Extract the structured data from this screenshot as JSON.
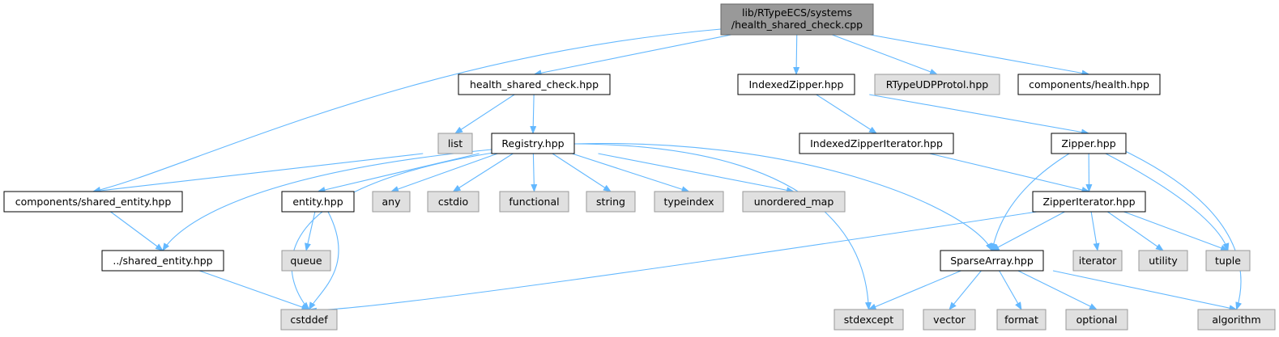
{
  "colors": {
    "edge": "#63b8ff",
    "root_fill": "#999999",
    "documented_fill": "#ffffff",
    "system_fill": "#e0e0e0"
  },
  "nodes": {
    "root": {
      "lines": [
        "lib/RTypeECS/systems",
        "/health_shared_check.cpp"
      ],
      "kind": "root"
    },
    "health_shared_check_hpp": {
      "label": "health_shared_check.hpp",
      "kind": "documented"
    },
    "indexed_zipper_hpp": {
      "label": "IndexedZipper.hpp",
      "kind": "documented"
    },
    "rtype_udp_protol_hpp": {
      "label": "RTypeUDPProtol.hpp",
      "kind": "system"
    },
    "components_health_hpp": {
      "label": "components/health.hpp",
      "kind": "documented"
    },
    "list": {
      "label": "list",
      "kind": "system"
    },
    "registry_hpp": {
      "label": "Registry.hpp",
      "kind": "documented"
    },
    "indexed_zipper_iterator_hpp": {
      "label": "IndexedZipperIterator.hpp",
      "kind": "documented"
    },
    "zipper_hpp": {
      "label": "Zipper.hpp",
      "kind": "documented"
    },
    "components_shared_entity_hpp": {
      "label": "components/shared_entity.hpp",
      "kind": "documented"
    },
    "entity_hpp": {
      "label": "entity.hpp",
      "kind": "documented"
    },
    "any": {
      "label": "any",
      "kind": "system"
    },
    "cstdio": {
      "label": "cstdio",
      "kind": "system"
    },
    "functional": {
      "label": "functional",
      "kind": "system"
    },
    "string": {
      "label": "string",
      "kind": "system"
    },
    "typeindex": {
      "label": "typeindex",
      "kind": "system"
    },
    "unordered_map": {
      "label": "unordered_map",
      "kind": "system"
    },
    "zipper_iterator_hpp": {
      "label": "ZipperIterator.hpp",
      "kind": "documented"
    },
    "shared_entity_hpp": {
      "label": "../shared_entity.hpp",
      "kind": "documented"
    },
    "queue": {
      "label": "queue",
      "kind": "system"
    },
    "sparse_array_hpp": {
      "label": "SparseArray.hpp",
      "kind": "documented"
    },
    "iterator": {
      "label": "iterator",
      "kind": "system"
    },
    "utility": {
      "label": "utility",
      "kind": "system"
    },
    "tuple": {
      "label": "tuple",
      "kind": "system"
    },
    "cstddef": {
      "label": "cstddef",
      "kind": "system"
    },
    "stdexcept": {
      "label": "stdexcept",
      "kind": "system"
    },
    "vector": {
      "label": "vector",
      "kind": "system"
    },
    "format": {
      "label": "format",
      "kind": "system"
    },
    "optional": {
      "label": "optional",
      "kind": "system"
    },
    "algorithm": {
      "label": "algorithm",
      "kind": "system"
    }
  },
  "edges": [
    [
      "root",
      "health_shared_check_hpp"
    ],
    [
      "root",
      "indexed_zipper_hpp"
    ],
    [
      "root",
      "rtype_udp_protol_hpp"
    ],
    [
      "root",
      "components_health_hpp"
    ],
    [
      "root",
      "components_shared_entity_hpp"
    ],
    [
      "health_shared_check_hpp",
      "list"
    ],
    [
      "health_shared_check_hpp",
      "registry_hpp"
    ],
    [
      "indexed_zipper_hpp",
      "indexed_zipper_iterator_hpp"
    ],
    [
      "indexed_zipper_hpp",
      "zipper_hpp"
    ],
    [
      "registry_hpp",
      "components_shared_entity_hpp"
    ],
    [
      "registry_hpp",
      "shared_entity_hpp"
    ],
    [
      "registry_hpp",
      "cstddef"
    ],
    [
      "registry_hpp",
      "entity_hpp"
    ],
    [
      "registry_hpp",
      "any"
    ],
    [
      "registry_hpp",
      "cstdio"
    ],
    [
      "registry_hpp",
      "functional"
    ],
    [
      "registry_hpp",
      "string"
    ],
    [
      "registry_hpp",
      "typeindex"
    ],
    [
      "registry_hpp",
      "unordered_map"
    ],
    [
      "registry_hpp",
      "sparse_array_hpp"
    ],
    [
      "registry_hpp",
      "stdexcept"
    ],
    [
      "indexed_zipper_iterator_hpp",
      "zipper_iterator_hpp"
    ],
    [
      "zipper_hpp",
      "zipper_iterator_hpp"
    ],
    [
      "zipper_hpp",
      "sparse_array_hpp"
    ],
    [
      "zipper_hpp",
      "tuple"
    ],
    [
      "zipper_hpp",
      "algorithm"
    ],
    [
      "components_shared_entity_hpp",
      "shared_entity_hpp"
    ],
    [
      "shared_entity_hpp",
      "cstddef"
    ],
    [
      "entity_hpp",
      "queue"
    ],
    [
      "entity_hpp",
      "cstddef"
    ],
    [
      "zipper_iterator_hpp",
      "cstddef"
    ],
    [
      "zipper_iterator_hpp",
      "sparse_array_hpp"
    ],
    [
      "zipper_iterator_hpp",
      "iterator"
    ],
    [
      "zipper_iterator_hpp",
      "utility"
    ],
    [
      "zipper_iterator_hpp",
      "tuple"
    ],
    [
      "sparse_array_hpp",
      "stdexcept"
    ],
    [
      "sparse_array_hpp",
      "vector"
    ],
    [
      "sparse_array_hpp",
      "format"
    ],
    [
      "sparse_array_hpp",
      "optional"
    ],
    [
      "sparse_array_hpp",
      "algorithm"
    ]
  ]
}
